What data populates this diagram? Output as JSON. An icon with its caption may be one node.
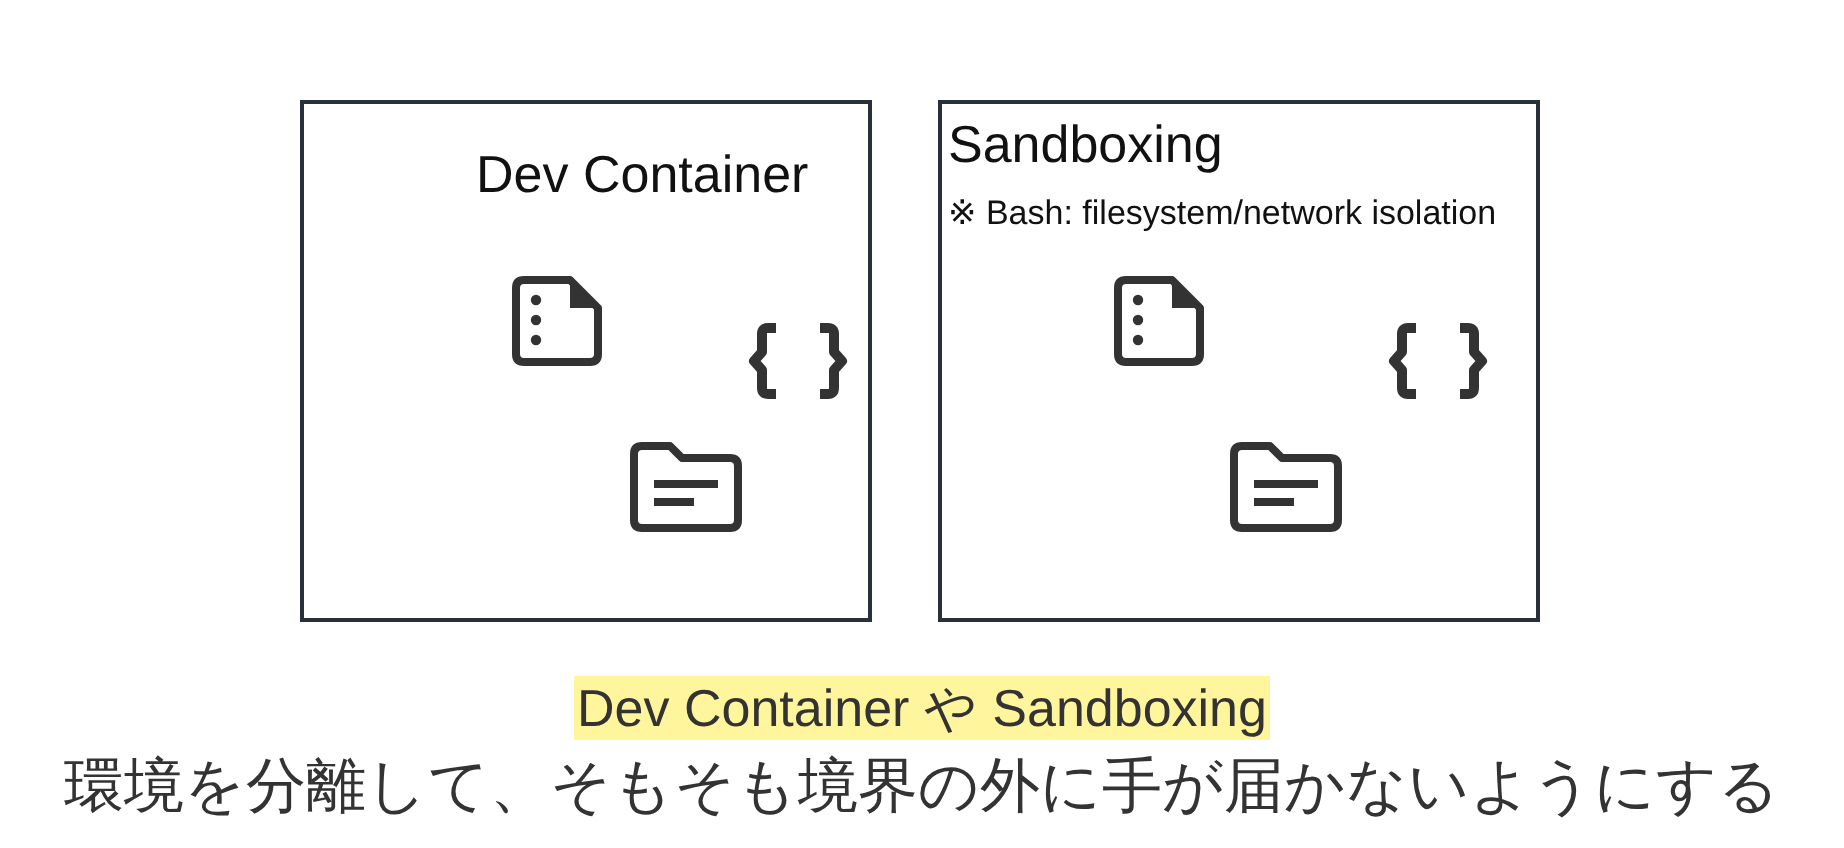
{
  "diagram": {
    "caption": "Dev Container や Sandboxing",
    "nodes": [
      {
        "text": [
          "Dev Container"
        ]
      },
      {
        "text": [
          "Sandboxing",
          "※ Bash: filesystem/network isolation"
        ]
      }
    ],
    "labels": [
      "環境を分離して、そもそも境界の外に手が届かないようにする"
    ]
  }
}
